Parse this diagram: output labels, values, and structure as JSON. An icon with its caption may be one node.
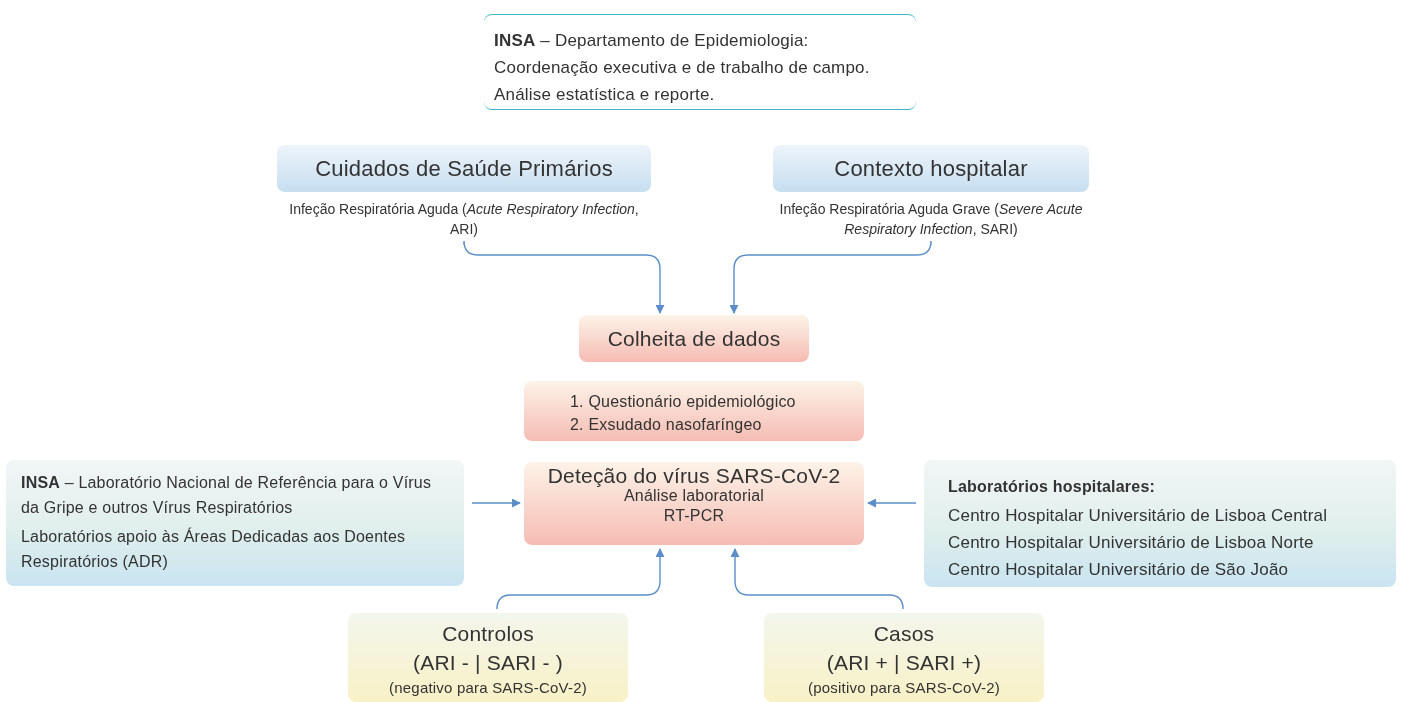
{
  "diagram": {
    "nodes": [
      {
        "text": [
          "**INSA** – Departamento de Epidemiologia: Coordenação executiva e de trabalho de campo. Análise estatística e reporte."
        ]
      },
      {
        "text": [
          "Cuidados de Saúde Primários"
        ],
        "beside": [
          "Infeção Respiratória Aguda (*Acute Respiratory Infection*, ARI)"
        ]
      },
      {
        "text": [
          "Contexto hospitalar"
        ],
        "beside": [
          "Infeção Respiratória Aguda Grave (*Severe Acute Respiratory Infection*, SARI)"
        ]
      },
      {
        "text": [
          "Colheita de dados"
        ]
      },
      {
        "text": [
          "1. Questionário epidemiológico",
          "2. Exsudado nasofaríngeo"
        ]
      },
      {
        "text": [
          "Deteção do vírus SARS-CoV-2",
          "Análise laboratorial",
          "RT-PCR"
        ]
      },
      {
        "text": [
          "**INSA** – Laboratório Nacional de Referência para o Vírus da Gripe e outros Vírus Respiratórios",
          "Laboratórios apoio às Áreas Dedicadas aos Doentes Respiratórios (ADR)"
        ]
      },
      {
        "text": [
          "Laboratórios hospitalares:",
          "Centro Hospitalar Universitário de Lisboa Central",
          "Centro Hospitalar Universitário de Lisboa Norte",
          "Centro Hospitalar Universitário de São João"
        ]
      },
      {
        "text": [
          "Controlos",
          "(ARI - | SARI - )",
          "(negativo para SARS-CoV-2)"
        ]
      },
      {
        "text": [
          "Casos",
          "(ARI + | SARI +)",
          "(positivo para SARS-CoV-2)"
        ]
      }
    ],
    "edges": [
      {
        "from": 1,
        "to": 3,
        "arrow": "to"
      },
      {
        "from": 2,
        "to": 3,
        "arrow": "to"
      },
      {
        "from": 6,
        "to": 5,
        "arrow": "to"
      },
      {
        "from": 7,
        "to": 5,
        "arrow": "to"
      },
      {
        "from": 8,
        "to": 5,
        "arrow": "to"
      },
      {
        "from": 9,
        "to": 5,
        "arrow": "to"
      }
    ]
  }
}
